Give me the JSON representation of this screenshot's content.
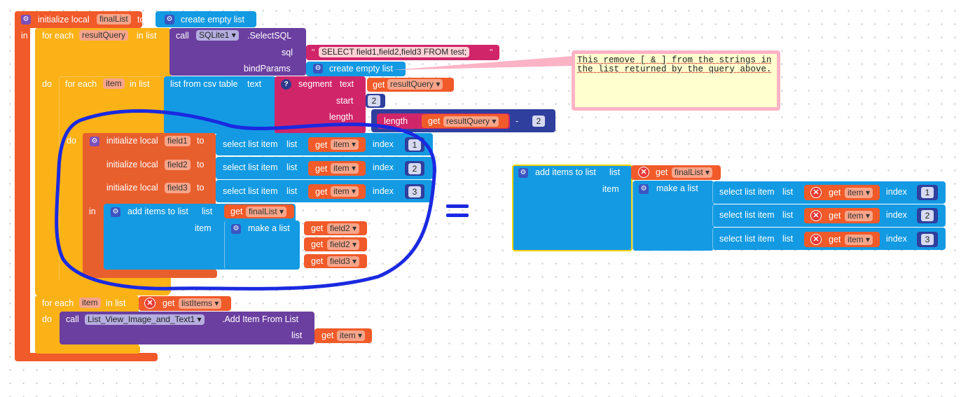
{
  "colors": {
    "variables": "#f15a29",
    "control": "#fbb217",
    "component": "#6b3fa0",
    "lists": "#139ae3",
    "text": "#d1256a",
    "math": "#2f3f9e",
    "annotation_stroke": "#1a29e0"
  },
  "main_block": {
    "initialize_local": "initialize local",
    "final_list_var": "finalList",
    "to": "to",
    "create_empty_list": "create empty list",
    "in": "in",
    "for_each": "for each",
    "result_query_var": "resultQuery",
    "in_list": "in list",
    "call": "call",
    "sqlite_component": "SQLite1",
    "select_sql": ".SelectSQL",
    "sql": "sql",
    "sql_string": "SELECT field1,field2,field3 FROM test;",
    "quote_open": "\"",
    "quote_close": "\"",
    "bind_params": "bindParams",
    "do": "do",
    "item_var": "item",
    "list_from_csv_table": "list from csv table",
    "text": "text",
    "segment": "segment",
    "start": "start",
    "start_value": "2",
    "length": "length",
    "get": "get",
    "minus": "-",
    "subtract_value": "2",
    "field1": "field1",
    "field2": "field2",
    "field3": "field3",
    "select_list_item": "select list item",
    "list": "list",
    "index": "index",
    "index1": "1",
    "index2": "2",
    "index3": "3",
    "add_items_to_list": "add items to list",
    "item": "item",
    "make_a_list": "make a list",
    "list_items_var": "listItems",
    "list_view_component": "List_View_Image_and_Text1",
    "add_item_from_list": ".Add Item From List"
  },
  "comment": {
    "text": "This remove [ & ] from the strings in\nthe list returned by the query above."
  },
  "equals_sign": "=",
  "right_block": {
    "add_items_to_list": "add items to list",
    "list": "list",
    "get": "get",
    "final_list_var": "finalList",
    "item": "item",
    "make_a_list": "make a list",
    "select_list_item": "select list item",
    "item_var": "item",
    "index": "index",
    "index1": "1",
    "index2": "2",
    "index3": "3"
  },
  "icons": [
    "gear-icon",
    "error-x-icon",
    "help-question-icon",
    "dropdown-arrow-icon"
  ]
}
